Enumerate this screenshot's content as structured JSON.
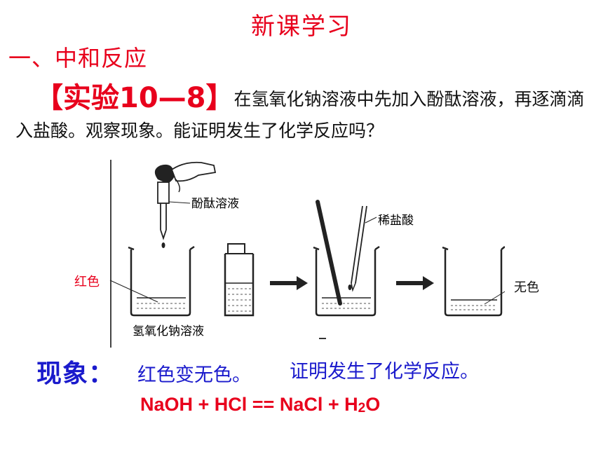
{
  "title": "新课学习",
  "section_heading": "一、中和反应",
  "experiment": {
    "label": "【实验10—8】",
    "text": "在氢氧化钠溶液中先加入酚酞溶液，再逐滴滴入盐酸。观察现象。能证明发生了化学反应吗？"
  },
  "diagram": {
    "label_phenolphthalein": "酚酞溶液",
    "label_hcl": "稀盐酸",
    "label_naoh": "氢氧化钠溶液",
    "label_red": "红色",
    "label_colorless": "无色"
  },
  "phenomenon": {
    "heading": "现象：",
    "result": "红色变无色。",
    "conclusion": "证明发生了化学反应。"
  },
  "equation": {
    "main": "NaOH + HCl == NaCl + H",
    "sub": "2",
    "tail": "O"
  },
  "colors": {
    "title_red": "#e8001c",
    "phenomenon_blue": "#1a1acc",
    "text_black": "#111111"
  }
}
